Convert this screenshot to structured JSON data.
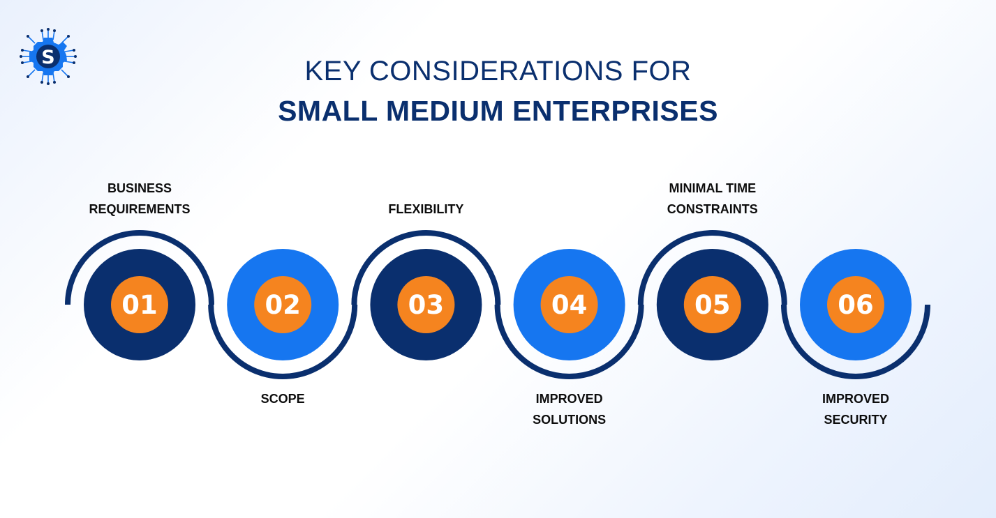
{
  "header": {
    "title_line1": "KEY CONSIDERATIONS FOR",
    "title_line2": "SMALL MEDIUM ENTERPRISES"
  },
  "logo": {
    "icon": "circuit-gear-s-logo",
    "letter": "S"
  },
  "colors": {
    "navy": "#0a2f6e",
    "blue": "#1676f0",
    "orange": "#f5841f",
    "text": "#0d0d0d"
  },
  "steps": [
    {
      "number": "01",
      "label_lines": [
        "BUSINESS",
        "REQUIREMENTS"
      ],
      "label_position": "top",
      "circle_color": "navy"
    },
    {
      "number": "02",
      "label_lines": [
        "SCOPE"
      ],
      "label_position": "bottom",
      "circle_color": "blue"
    },
    {
      "number": "03",
      "label_lines": [
        "FLEXIBILITY"
      ],
      "label_position": "top",
      "circle_color": "navy"
    },
    {
      "number": "04",
      "label_lines": [
        "IMPROVED",
        "SOLUTIONS"
      ],
      "label_position": "bottom",
      "circle_color": "blue"
    },
    {
      "number": "05",
      "label_lines": [
        "MINIMAL TIME",
        "CONSTRAINTS"
      ],
      "label_position": "top",
      "circle_color": "navy"
    },
    {
      "number": "06",
      "label_lines": [
        "IMPROVED",
        "SECURITY"
      ],
      "label_position": "bottom",
      "circle_color": "blue"
    }
  ]
}
